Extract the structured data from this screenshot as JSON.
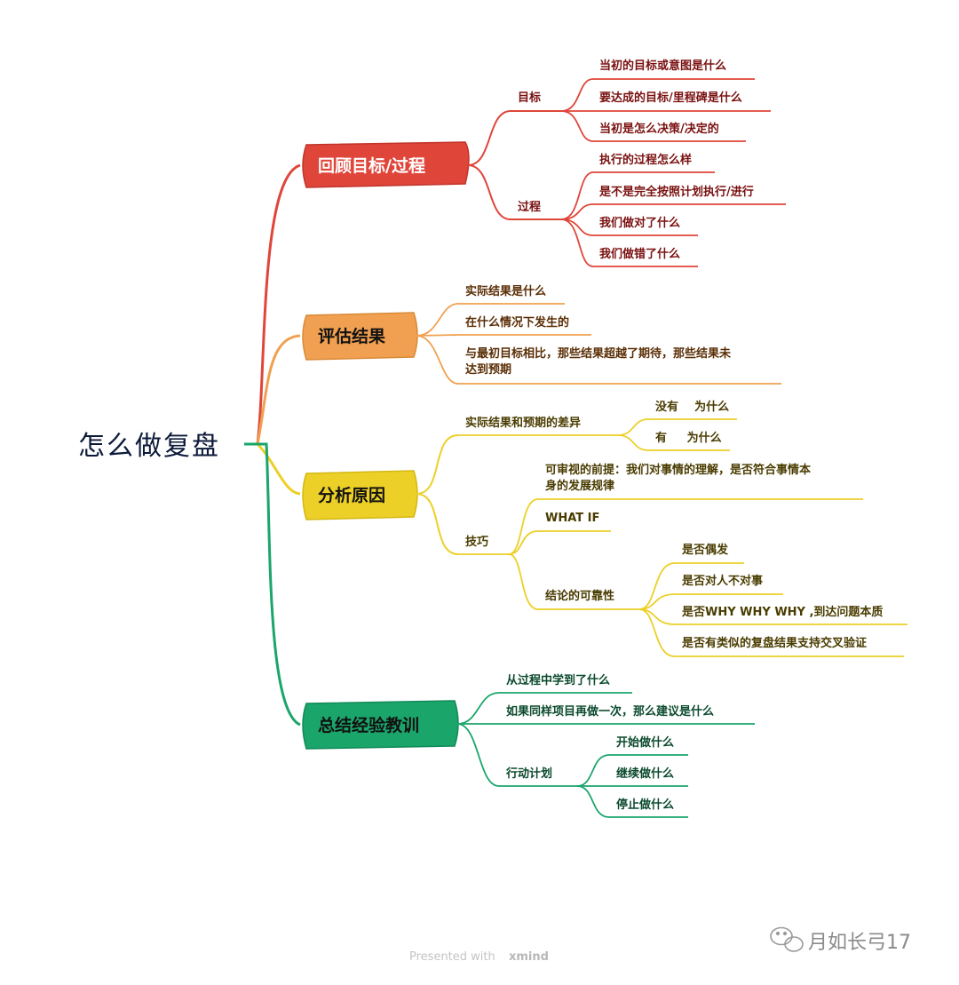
{
  "root": {
    "label": "怎么做复盘"
  },
  "colors": {
    "red": "#e0453a",
    "orange": "#f0a050",
    "yellow": "#ecd027",
    "green": "#1aa56b",
    "red_text": "#7a1010",
    "orange_text": "#5a2e05",
    "yellow_text": "#4a3c00",
    "green_text": "#0b4a2e"
  },
  "branches": [
    {
      "label": "回顾目标/过程",
      "children": [
        {
          "label": "目标",
          "children": [
            "当初的目标或意图是什么",
            "要达成的目标/里程碑是什么",
            "当初是怎么决策/决定的"
          ]
        },
        {
          "label": "过程",
          "children": [
            "执行的过程怎么样",
            "是不是完全按照计划执行/进行",
            "我们做对了什么",
            "我们做错了什么"
          ]
        }
      ]
    },
    {
      "label": "评估结果",
      "children": [
        {
          "label": "实际结果是什么"
        },
        {
          "label": "在什么情况下发生的"
        },
        {
          "label": "与最初目标相比，那些结果超越了期待，那些结果未",
          "label2": "达到预期"
        }
      ]
    },
    {
      "label": "分析原因",
      "children": [
        {
          "label": "实际结果和预期的差异",
          "children": [
            "没有    为什么",
            "有     为什么"
          ]
        },
        {
          "label": "技巧",
          "children": [
            {
              "label": "可审视的前提：我们对事情的理解，是否符合事情本",
              "label2": "身的发展规律"
            },
            {
              "label": "WHAT IF"
            },
            {
              "label": "结论的可靠性",
              "children": [
                "是否偶发",
                "是否对人不对事",
                "是否WHY WHY WHY ,到达问题本质",
                "是否有类似的复盘结果支持交叉验证"
              ]
            }
          ]
        }
      ]
    },
    {
      "label": "总结经验教训",
      "children": [
        {
          "label": "从过程中学到了什么"
        },
        {
          "label": "如果同样项目再做一次，那么建议是什么"
        },
        {
          "label": "行动计划",
          "children": [
            "开始做什么",
            "继续做什么",
            "停止做什么"
          ]
        }
      ]
    }
  ],
  "watermark": {
    "presented": "Presented with",
    "brand": "xmind",
    "account": "月如长弓17"
  }
}
